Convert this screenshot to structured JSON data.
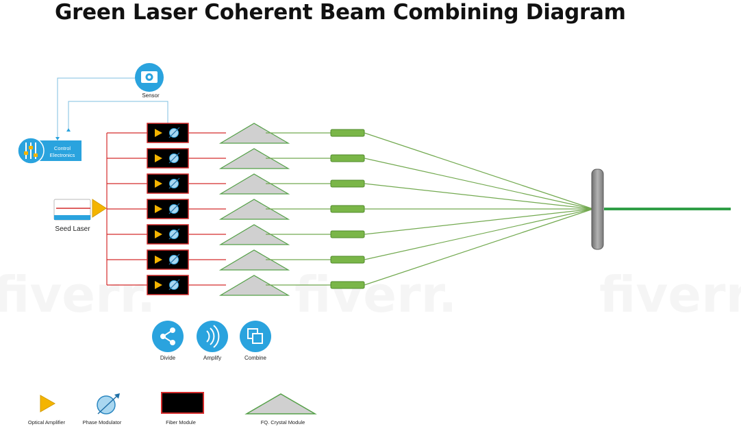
{
  "title": "Green Laser Coherent Beam Combining Diagram",
  "colors": {
    "fiber_red": "#d42a2a",
    "beam_green": "#72a94f",
    "output_green": "#2f9e46",
    "crystal_fill": "#d0d0d0",
    "crystal_stroke": "#55a048",
    "rod_fill": "#7ab648",
    "accent_blue": "#2aa3de",
    "amp_yellow": "#f4b400",
    "lens_gray": "#8a8a8a"
  },
  "components": {
    "sensor_label": "Sensor",
    "control_label_1": "Control",
    "control_label_2": "Electronics",
    "seed_label": "Seed Laser"
  },
  "channels": 7,
  "functions": [
    {
      "label": "Divide",
      "icon": "share-icon"
    },
    {
      "label": "Amplify",
      "icon": "signal-waves-icon"
    },
    {
      "label": "Combine",
      "icon": "combine-squares-icon"
    }
  ],
  "legend": {
    "optical_amplifier": "Optical Amplifier",
    "phase_modulator": "Phase Modulator",
    "fiber_module": "Fiber Module",
    "crystal_module": "FQ. Crystal Module"
  },
  "watermark": "fiverr."
}
